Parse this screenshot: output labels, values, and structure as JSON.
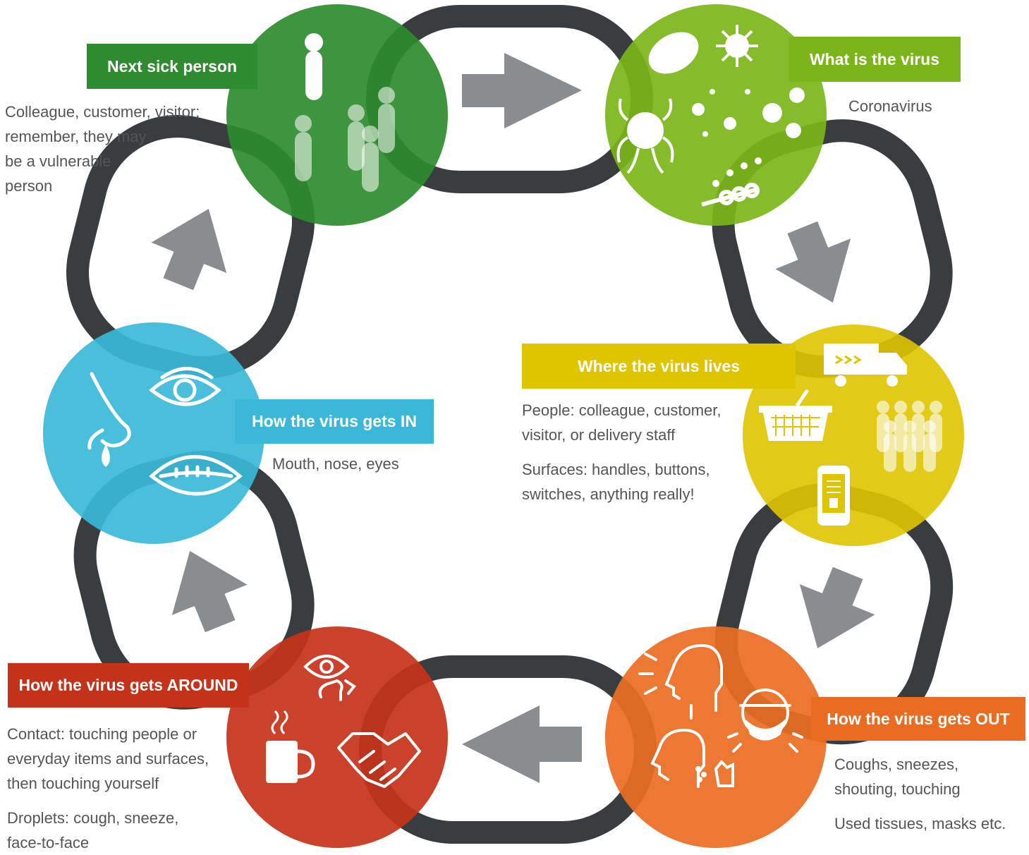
{
  "stages": {
    "next_sick": {
      "title": "Next sick person",
      "color": "#2e8b2f",
      "lines": [
        "Colleague, customer, visitor:",
        "remember, they may",
        "be a vulnerable",
        "person"
      ]
    },
    "what_virus": {
      "title": "What is the virus",
      "color": "#7cb519",
      "lines": [
        "Coronavirus"
      ]
    },
    "where_lives": {
      "title": "Where the virus lives",
      "color": "#dfc400",
      "lines": [
        "People: colleague, customer,",
        "visitor, or delivery staff"
      ],
      "lines2": [
        "Surfaces: handles, buttons,",
        "switches, anything really!"
      ]
    },
    "gets_out": {
      "title": "How the virus gets OUT",
      "color": "#ea6c22",
      "lines": [
        "Coughs, sneezes,",
        "shouting, touching"
      ],
      "lines2": [
        "Used tissues, masks etc."
      ]
    },
    "gets_around": {
      "title": "How the virus gets AROUND",
      "color": "#c5321a",
      "lines": [
        "Contact: touching people or",
        "everyday items and surfaces,",
        "then touching yourself"
      ],
      "lines2": [
        "Droplets: cough, sneeze,",
        "face-to-face"
      ]
    },
    "gets_in": {
      "title": "How the virus gets IN",
      "color": "#3bb8d8",
      "lines": [
        "Mouth, nose, eyes"
      ]
    }
  },
  "colors": {
    "chain": "#393d3f",
    "arrow": "#898d8f",
    "text": "#555555"
  },
  "icons": [
    "person-icon",
    "virus-icon",
    "truck-icon",
    "basket-icon",
    "crowd-icon",
    "phone-icon",
    "face-icon",
    "mask-icon",
    "eye-icon",
    "nose-icon",
    "mouth-icon",
    "cup-icon",
    "handshake-icon"
  ]
}
